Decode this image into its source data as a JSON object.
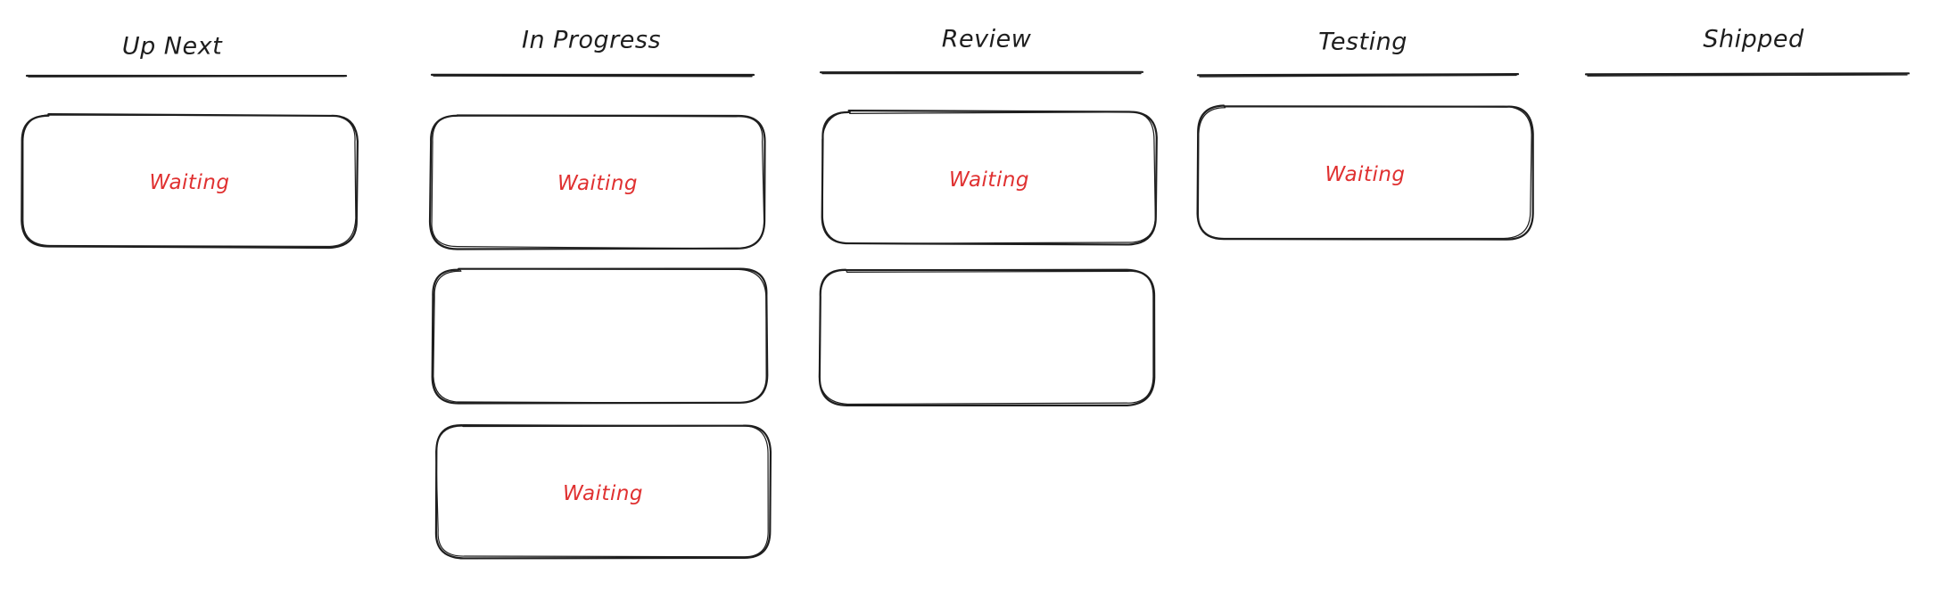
{
  "board": {
    "stroke_color": "#1e1e1e",
    "label_color": "#e03131",
    "background": "#ffffff",
    "columns": [
      {
        "title": "Up Next",
        "cards": [
          {
            "label": "Waiting"
          }
        ]
      },
      {
        "title": "In Progress",
        "cards": [
          {
            "label": "Waiting"
          },
          {
            "label": ""
          },
          {
            "label": "Waiting"
          }
        ]
      },
      {
        "title": "Review",
        "cards": [
          {
            "label": "Waiting"
          },
          {
            "label": ""
          }
        ]
      },
      {
        "title": "Testing",
        "cards": [
          {
            "label": "Waiting"
          }
        ]
      },
      {
        "title": "Shipped",
        "cards": []
      }
    ]
  }
}
